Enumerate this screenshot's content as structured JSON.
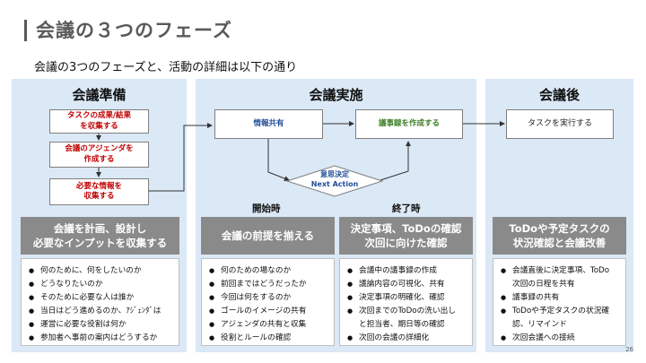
{
  "title": "会議の３つのフェーズ",
  "subtitle": "会議の3つのフェーズと、活動の詳細は以下の通り",
  "phases": {
    "prep": {
      "title": "会議準備",
      "steps": [
        "タスクの成果/結果\nを収集する",
        "会議のアジェンダを\n作成する",
        "必要な情報を\n収集する"
      ],
      "header": "会議を計画、設計し\n必要なインプットを収集する",
      "items": [
        "何のために、何をしたいのか",
        "どうなりたいのか",
        "そのために必要な人は誰か",
        "当日はどう進めるのか、ｱｼﾞｪﾝﾀﾞは",
        "運営に必要な役割は何か",
        "参加者へ事前の案内はどうするか"
      ]
    },
    "exec": {
      "title": "会議実施",
      "info_share": "情報共有",
      "minutes": "議事録を作成する",
      "decision": "意思決定\nNext Action",
      "start_label": "開始時",
      "end_label": "終了時",
      "start_header": "会議の前提を揃える",
      "start_items": [
        "何のための場なのか",
        "前回まではどうだったか",
        "今回は何をするのか",
        "ゴールのイメージの共有",
        "アジェンダの共有と収集",
        "役割とルールの確認"
      ],
      "end_header": "決定事項、ToDoの確認\n次回に向けた確認",
      "end_items": [
        "会議中の議事録の作成",
        "議論内容の可視化、共有",
        "決定事項の明確化、確認",
        "次回までのToDoの洗い出し\nと担当者、期日等の確認",
        "次回の会議の詳細化"
      ]
    },
    "post": {
      "title": "会議後",
      "task": "タスクを実行する",
      "header": "ToDoや予定タスクの\n状況確認と会議改善",
      "items": [
        "会議直後に決定事項、ToDo\n次回の日程を共有",
        "議事録の共有",
        "ToDoや予定タスクの状況確\n認、リマインド",
        "次回会議への接続"
      ]
    }
  },
  "page_number": "26"
}
